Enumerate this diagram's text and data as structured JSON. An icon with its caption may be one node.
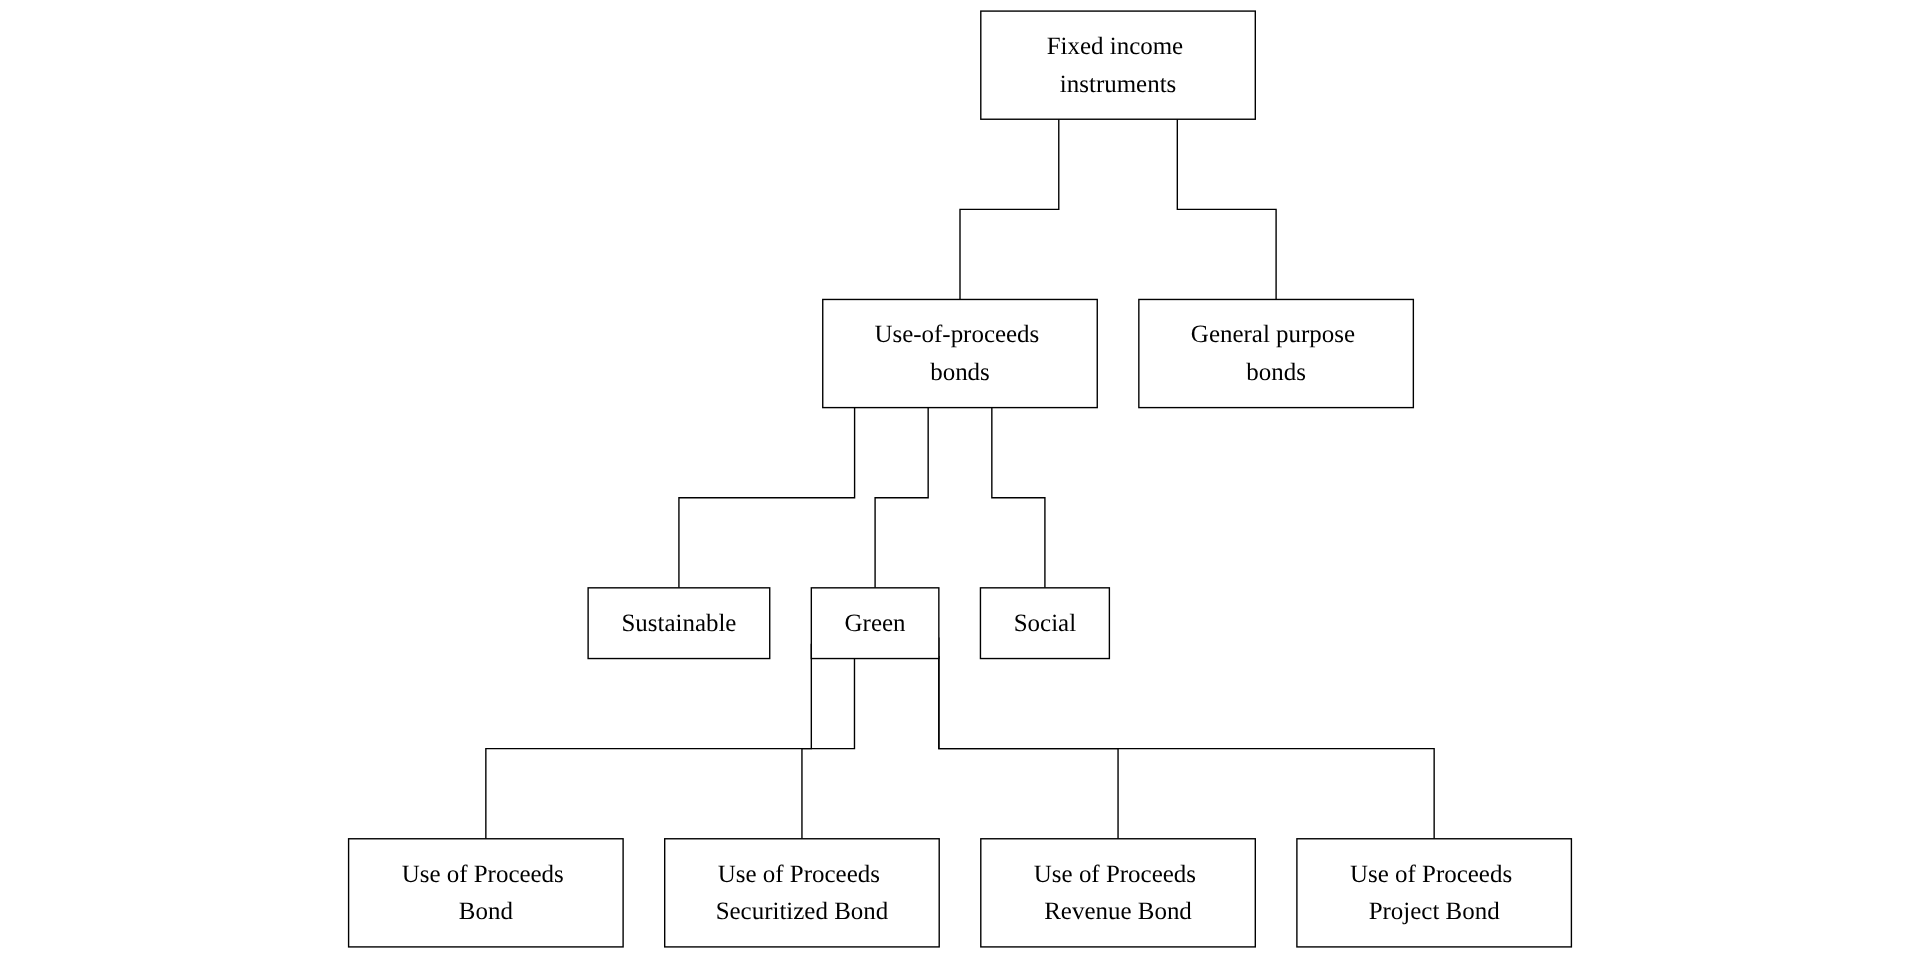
{
  "diagram": {
    "nodes": [
      {
        "text": [
          "Fixed income instruments"
        ]
      },
      {
        "text": [
          "Use-of-proceeds bonds"
        ]
      },
      {
        "text": [
          "General purpose bonds"
        ]
      },
      {
        "text": [
          "Sustainable"
        ]
      },
      {
        "text": [
          "Green"
        ]
      },
      {
        "text": [
          "Social"
        ]
      },
      {
        "text": [
          "Use of Proceeds Bond"
        ]
      },
      {
        "text": [
          "Use of Proceeds Securitized Bond"
        ]
      },
      {
        "text": [
          "Use of Proceeds Revenue Bond"
        ]
      },
      {
        "text": [
          "Use of Proceeds Project Bond"
        ]
      }
    ],
    "edges": [
      {
        "from": 0,
        "to": 1,
        "arrow": "none"
      },
      {
        "from": 0,
        "to": 2,
        "arrow": "none"
      },
      {
        "from": 1,
        "to": 3,
        "arrow": "none"
      },
      {
        "from": 1,
        "to": 4,
        "arrow": "none"
      },
      {
        "from": 1,
        "to": 5,
        "arrow": "none"
      },
      {
        "from": 4,
        "to": 6,
        "arrow": "none"
      },
      {
        "from": 4,
        "to": 7,
        "arrow": "none"
      },
      {
        "from": 4,
        "to": 8,
        "arrow": "none"
      },
      {
        "from": 4,
        "to": 9,
        "arrow": "none"
      }
    ]
  }
}
